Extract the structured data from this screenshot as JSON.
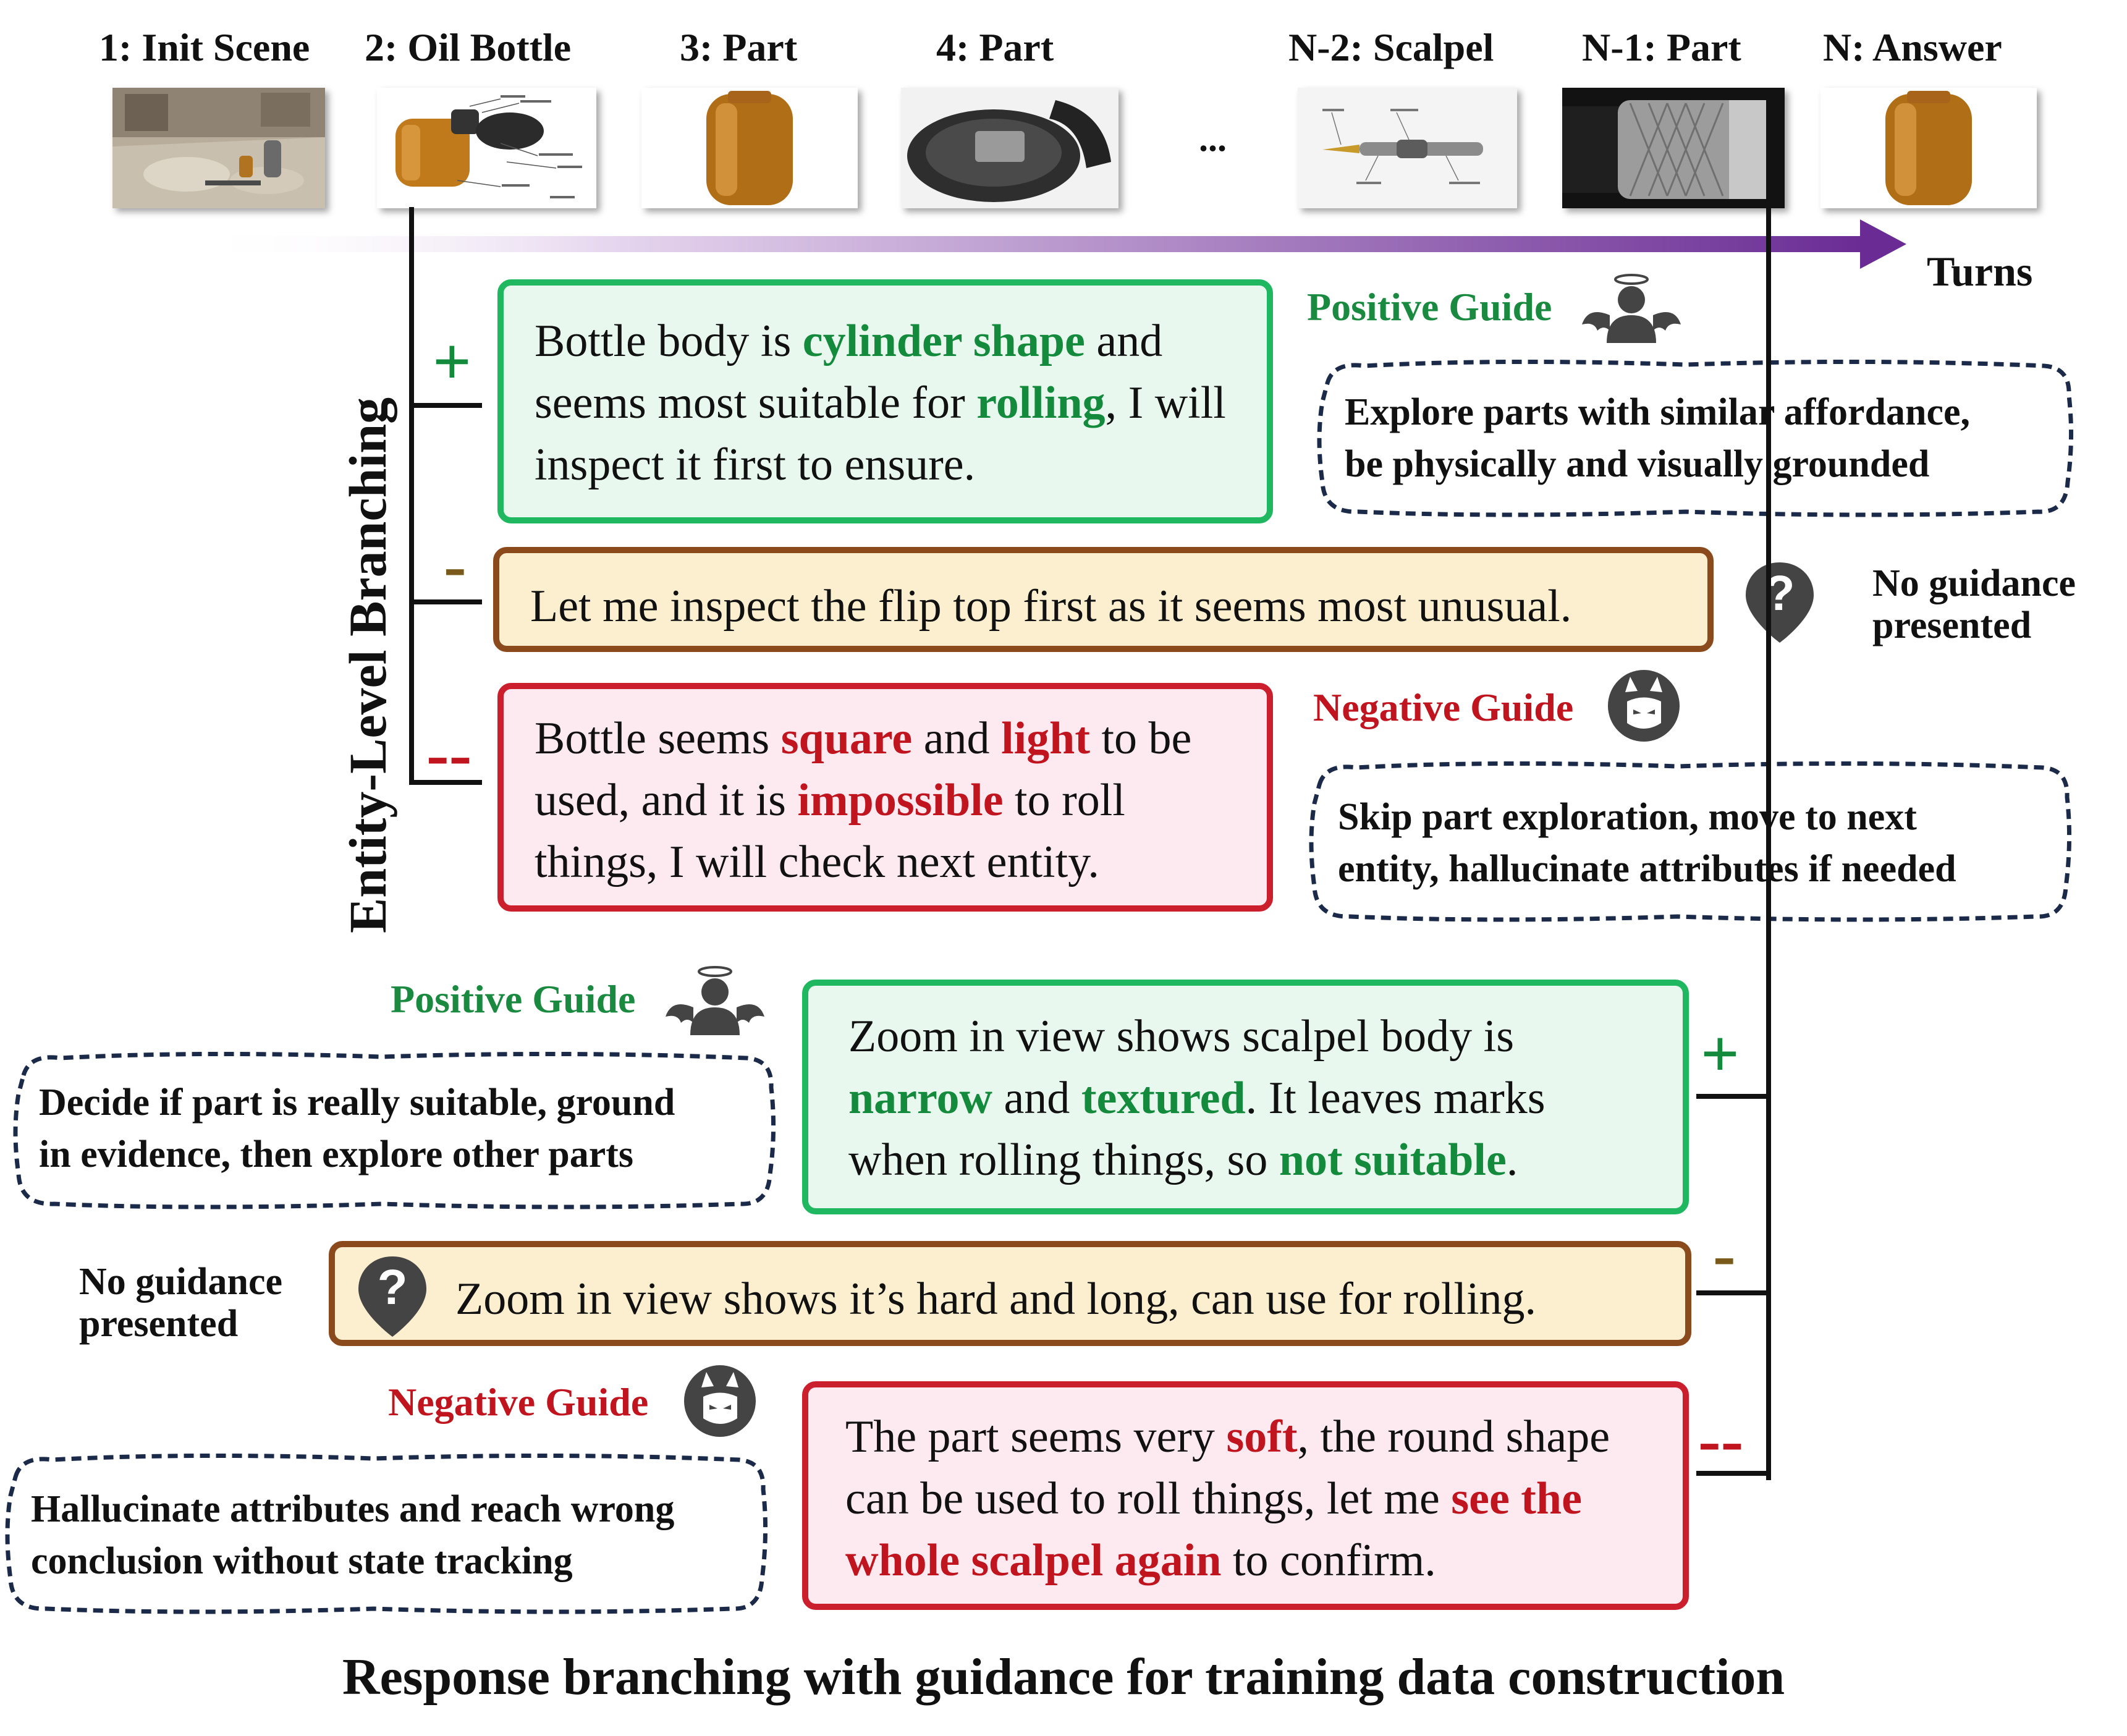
{
  "turns": [
    {
      "label": "1: Init Scene"
    },
    {
      "label": "2: Oil Bottle"
    },
    {
      "label": "3: Part"
    },
    {
      "label": "4: Part"
    },
    {
      "label": "N-2: Scalpel"
    },
    {
      "label": "N-1: Part"
    },
    {
      "label": "N: Answer"
    }
  ],
  "turns_ellipsis": "...",
  "turns_axis_label": "Turns",
  "entity_branching": {
    "title": "Entity-Level Branching",
    "signs": {
      "plus": "+",
      "minus": "-",
      "dminus": "--"
    },
    "positive_response": [
      "Bottle body is ",
      "cylinder shape",
      " and seems most suitable for ",
      "rolling",
      ", I will inspect it first to ensure."
    ],
    "neutral_response": "Let me inspect the flip top first as it seems most unusual.",
    "negative_response": [
      "Bottle seems ",
      "square",
      " and ",
      "light",
      " to be used, and it is ",
      "impossible",
      " to roll things, I will check next entity."
    ],
    "positive_guide": {
      "title": "Positive Guide",
      "icon": "angel-icon",
      "lines": [
        "Explore parts with similar affordance,",
        "be physically and visually grounded"
      ]
    },
    "no_guidance": [
      "No guidance",
      "presented"
    ],
    "negative_guide": {
      "title": "Negative Guide",
      "icon": "devil-icon",
      "lines": [
        "Skip part exploration, move to next",
        "entity, hallucinate attributes if needed"
      ]
    }
  },
  "part_branching": {
    "signs": {
      "plus": "+",
      "minus": "-",
      "dminus": "--"
    },
    "positive_guide": {
      "title": "Positive Guide",
      "icon": "angel-icon",
      "lines": [
        "Decide if part is really suitable, ground",
        "in evidence, then explore other parts"
      ]
    },
    "positive_response": [
      "Zoom in view shows scalpel body is ",
      "narrow",
      " and ",
      "textured",
      ". It leaves marks when rolling things, so ",
      "not suitable",
      "."
    ],
    "no_guidance": [
      "No guidance",
      "presented"
    ],
    "neutral_response": "Zoom in view shows it’s hard and long, can use for rolling.",
    "negative_guide": {
      "title": "Negative Guide",
      "icon": "devil-icon",
      "lines": [
        "Hallucinate attributes and reach wrong",
        "conclusion without state tracking"
      ]
    },
    "negative_response": [
      "The part seems very ",
      "soft",
      ", the round shape can be used to roll things, let me ",
      "see the whole scalpel again",
      " to confirm."
    ]
  },
  "colors": {
    "positive": "#1fb860",
    "neutral": "#8a4a1c",
    "negative": "#cc1f2e",
    "arrow": "#6a2c94"
  },
  "caption": "Response branching with guidance for training data construction"
}
